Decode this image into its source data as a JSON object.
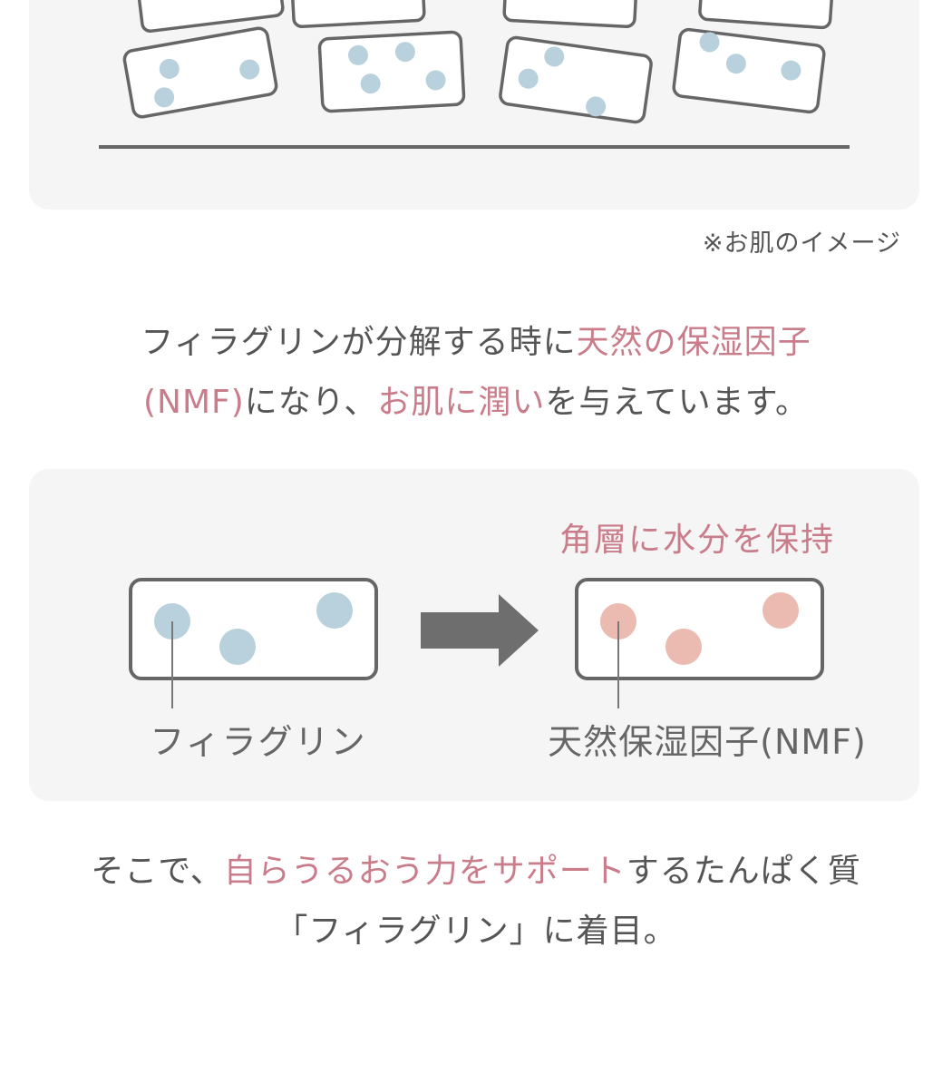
{
  "illustration_note": "※お肌のイメージ",
  "paragraph_1": {
    "line_1_plain": "フィラグリンが分解する時に",
    "line_1_accent": "天然の保湿因子",
    "line_2_accent_a": "(NMF)",
    "line_2_plain_a": "になり、",
    "line_2_accent_b": "お肌に潤い",
    "line_2_plain_b": "を与えています。"
  },
  "diagram": {
    "hold_label": "角層に水分を保持",
    "left_label": "フィラグリン",
    "right_label": "天然保湿因子(NMF)"
  },
  "paragraph_2": {
    "line_1_plain_a": "そこで、",
    "line_1_accent": "自らうるおう力をサポート",
    "line_1_plain_b": "するたんぱく質",
    "line_2": "「フィラグリン」に着目。"
  },
  "colors": {
    "accent_pink": "#c97c89",
    "filaggrin_blue": "#b9d1dc",
    "nmf_pink": "#ebbab0",
    "cell_outline": "#666666",
    "panel_bg": "#f5f5f5",
    "arrow": "#6e6e6e"
  }
}
